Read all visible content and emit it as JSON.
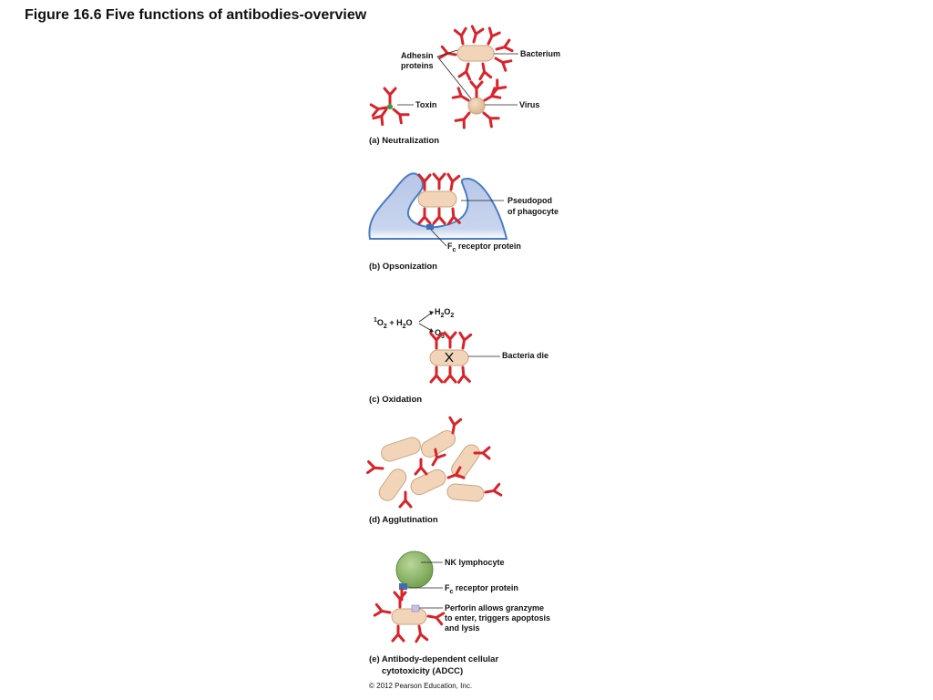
{
  "title": "Figure 16.6 Five functions of antibodies-overview",
  "panel_a": {
    "adhesin_line1": "Adhesin",
    "adhesin_line2": "proteins",
    "bacterium": "Bacterium",
    "toxin": "Toxin",
    "virus": "Virus",
    "caption": "(a) Neutralization"
  },
  "panel_b": {
    "pseudopod_line1": "Pseudopod",
    "pseudopod_line2": "of phagocyte",
    "fc_main": "F",
    "fc_sub": "c",
    "fc_rest": " receptor protein",
    "caption": "(b) Opsonization"
  },
  "panel_c": {
    "reactant_sup": "1",
    "reactant_o": "O",
    "reactant_o_sub": "2",
    "reactant_plus": " + H",
    "reactant_h_sub": "2",
    "reactant_end": "O",
    "product1_h": "H",
    "product1_h_sub": "2",
    "product1_o": "O",
    "product1_o_sub": "2",
    "product2_o": "O",
    "product2_o_sub": "3",
    "bacteria_die": "Bacteria die",
    "caption": "(c) Oxidation"
  },
  "panel_d": {
    "caption": "(d) Agglutination"
  },
  "panel_e": {
    "nk": "NK lymphocyte",
    "fc_main": "F",
    "fc_sub": "c",
    "fc_rest": " receptor protein",
    "perforin_line1": "Perforin allows granzyme",
    "perforin_line2": "to enter, triggers apoptosis",
    "perforin_line3": "and lysis",
    "caption_line1": "(e) Antibody-dependent cellular",
    "caption_line2": "cytotoxicity (ADCC)"
  },
  "copyright": "© 2012 Pearson Education, Inc.",
  "colors": {
    "antibody": "#d8232a",
    "bacterium": "#f2d5b8",
    "phagocyte": "#9fb4de",
    "phagocyte_edge": "#4a7cc4",
    "nk_cell": "#7fae5a",
    "adhesin": "#2e9e4a"
  }
}
